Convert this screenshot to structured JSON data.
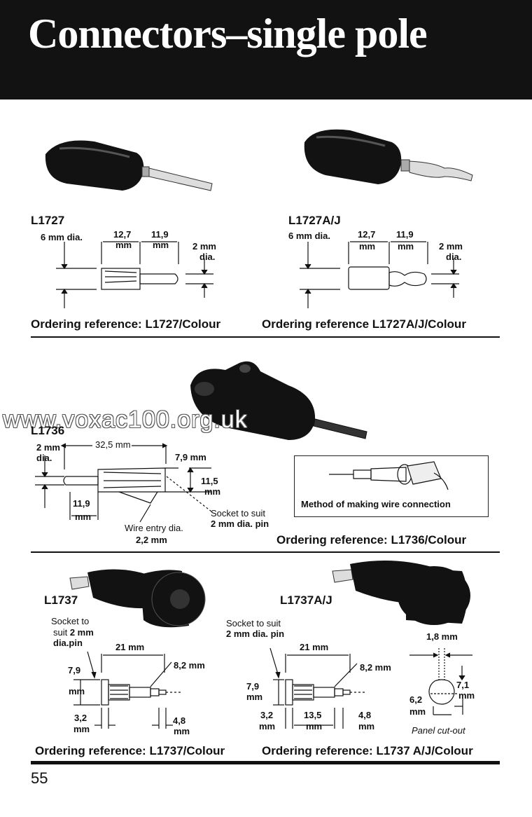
{
  "header": {
    "title": "Connectors–single pole"
  },
  "sections": {
    "l1727": {
      "code": "L1727",
      "dia": "6 mm dia.",
      "dim1": "12,7",
      "dim1_unit": "mm",
      "dim2": "11,9",
      "dim2_unit": "mm",
      "pin": "2 mm",
      "pin_unit": "dia.",
      "order": "Ordering reference: L1727/Colour"
    },
    "l1727aj": {
      "code": "L1727A/J",
      "dia": "6 mm dia.",
      "dim1": "12,7",
      "dim1_unit": "mm",
      "dim2": "11,9",
      "dim2_unit": "mm",
      "pin": "2 mm",
      "pin_unit": "dia.",
      "order": "Ordering reference  L1727A/J/Colour"
    },
    "l1736": {
      "code": "L1736",
      "pin_dia": "2 mm",
      "pin_dia_unit": "dia.",
      "length": "32,5 mm",
      "d79": "7,9 mm",
      "d115": "11,5",
      "d115_unit": "mm",
      "d119": "11,9",
      "d119_unit": "mm",
      "socket": "Socket to suit",
      "socket2": "2 mm dia. pin",
      "wire": "Wire entry dia.",
      "wire2": "2,2 mm",
      "method": "Method of making wire connection",
      "order": "Ordering reference: L1736/Colour"
    },
    "l1737": {
      "code": "L1737",
      "socket": "Socket to",
      "socket2a": "suit ",
      "socket2b": "2 mm",
      "socket3": "dia.pin",
      "d21": "21 mm",
      "d82": "8,2 mm",
      "d79": "7,9",
      "d79_unit": "mm",
      "d32": "3,2",
      "d32_unit": "mm",
      "d48": "4,8",
      "d48_unit": "mm",
      "order": "Ordering reference: L1737/Colour"
    },
    "l1737aj": {
      "code": "L1737A/J",
      "socket": "Socket to suit",
      "socket2": "2 mm dia. pin",
      "d21": "21 mm",
      "d82": "8,2 mm",
      "d79": "7,9",
      "d79_unit": "mm",
      "d32": "3,2",
      "d32_unit": "mm",
      "d135": "13,5",
      "d135_unit": "mm",
      "d48": "4,8",
      "d48_unit": "mm",
      "d18": "1,8 mm",
      "d71": "7,1",
      "d71_unit": "mm",
      "d62": "6,2",
      "d62_unit": "mm",
      "panel": "Panel cut-out",
      "order": "Ordering reference: L1737 A/J/Colour"
    }
  },
  "watermark": "www.voxac100.org.uk",
  "page_number": "55"
}
